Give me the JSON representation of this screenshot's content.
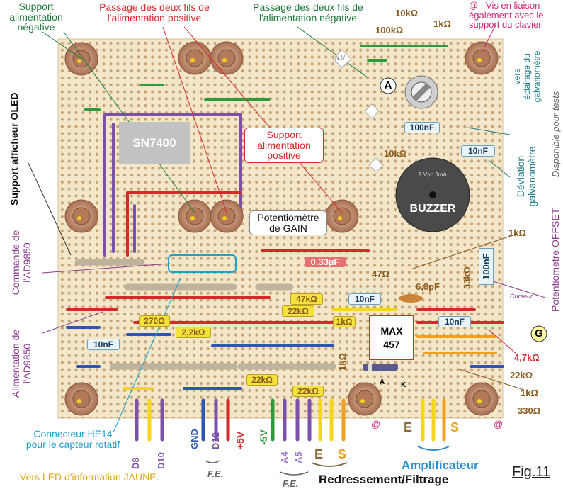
{
  "figure_label": "Fig.11",
  "colors": {
    "board": "#f3e6c9",
    "hole": "#c7a273",
    "nut": "#c08b6a",
    "wire_purple": "#7c52a8",
    "wire_red": "#d62a2a",
    "wire_blue": "#2c55b5",
    "wire_green": "#2e9a3c",
    "wire_yellow": "#f4d61a",
    "wire_orange": "#f0a020"
  },
  "top_labels": {
    "support_neg": "Support\nalimentation\nnégative",
    "passage_pos": "Passage des deux fils de\nl'alimentation positive",
    "passage_neg": "Passage des deux fils de\nl'alimentation négative",
    "vis_note": "@ : Vis en liaison\négalement avec le\nsupport du clavier"
  },
  "left_labels": {
    "oled": "Support afficheur OLED",
    "commande": "Commande de\nl'AD9850",
    "alimentation": "Alimentation de\nl'AD9850"
  },
  "right_labels": {
    "eclairage": "vers\néclairage du\ngalvanomètre",
    "disponible": "Disponible pour tests",
    "deviation": "Déviation\ngalvanomètre",
    "offset": "Potentiomètre OFFSET",
    "curseur": "Curseur"
  },
  "inner_labels": {
    "chip": "SN7400",
    "support_pos": "Support\nalimentation\npositive",
    "pot_gain": "Potentiomètre\nde GAIN",
    "buzzer": "BUZZER",
    "buzzer_spec": "9 Vpp 3mA",
    "max1": "MAX",
    "max2": "457",
    "nu": "N.U",
    "a_marker": "A",
    "g_marker": "G",
    "anode": "A",
    "cathode": "K"
  },
  "components": {
    "r_10k_top": "10kΩ",
    "r_100k": "100kΩ",
    "r_1k_top": "1kΩ",
    "c_100n": "100nF",
    "r_10k_mid": "10kΩ",
    "c_10n_right": "10nF",
    "c_033": "0.33µF",
    "r_47": "47Ω",
    "c_68p": "6,8pF",
    "r_33k": "33kΩ",
    "c_100n_v": "100nF",
    "r_1k_mid": "1kΩ",
    "r_47k": "47kΩ",
    "r_22k_a": "22kΩ",
    "c_10n_mid": "10nF",
    "r_270": "270Ω",
    "r_22k_b": "2,2kΩ",
    "r_1k_b": "1kΩ",
    "c_10n_g": "10nF",
    "c_10n_left": "10nF",
    "r_47k_r": "4,7kΩ",
    "r_22k_r": "22kΩ",
    "r_1k_r": "1kΩ",
    "r_330": "330Ω",
    "r_1k_v": "1kΩ",
    "r_22k_c": "22kΩ",
    "r_22k_d": "22kΩ"
  },
  "bottom_labels": {
    "connecteur": "Connecteur HE14\npour le capteur rotatif",
    "led": "Vers LED d'information JAUNE.",
    "d8": "D8",
    "d10": "D10",
    "gnd": "GND",
    "d12": "D12",
    "p5v": "+5V",
    "m5v": "-5V",
    "a4": "A4",
    "a5": "A5",
    "fe1": "F.E.",
    "fe2": "F.E.",
    "e1": "E",
    "s1": "S",
    "e2": "E",
    "s2": "S",
    "at1": "@",
    "at2": "@",
    "redressement": "Redressement/Filtrage",
    "amplificateur": "Amplificateur"
  }
}
